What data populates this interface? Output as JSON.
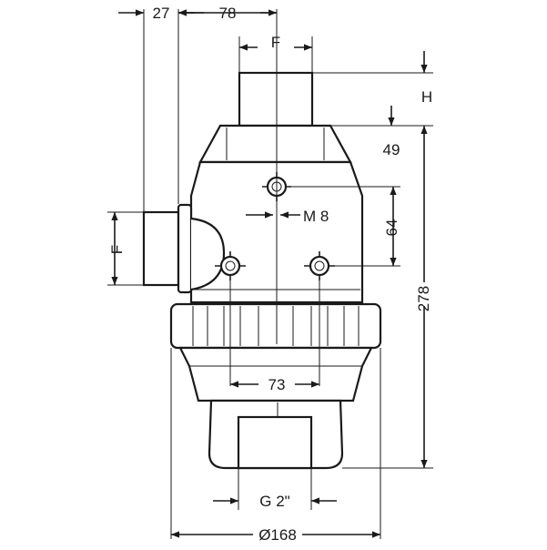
{
  "dimensions": {
    "side_offset": "27",
    "center_offset": "78",
    "top_port": "F",
    "side_port": "F",
    "height_h": "H",
    "top_height": "49",
    "bolt_spacing_v": "64",
    "bolt_thread": "M 8",
    "total_height": "278",
    "bolt_spacing_h": "73",
    "outlet_thread": "G 2\"",
    "diameter": "Ø168"
  }
}
